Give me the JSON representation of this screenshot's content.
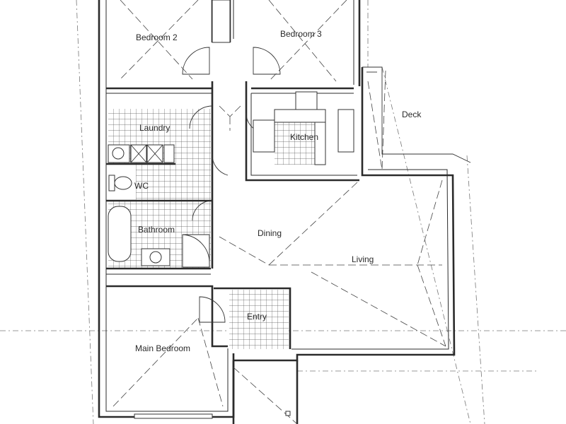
{
  "rooms": {
    "bedroom2": "Bedroom 2",
    "bedroom3": "Bedroom 3",
    "deck": "Deck",
    "laundry": "Laundry",
    "kitchen": "Kitchen",
    "wc": "WC",
    "bathroom": "Bathroom",
    "dining": "Dining",
    "living": "Living",
    "entry": "Entry",
    "main_bedroom": "Main Bedroom"
  }
}
